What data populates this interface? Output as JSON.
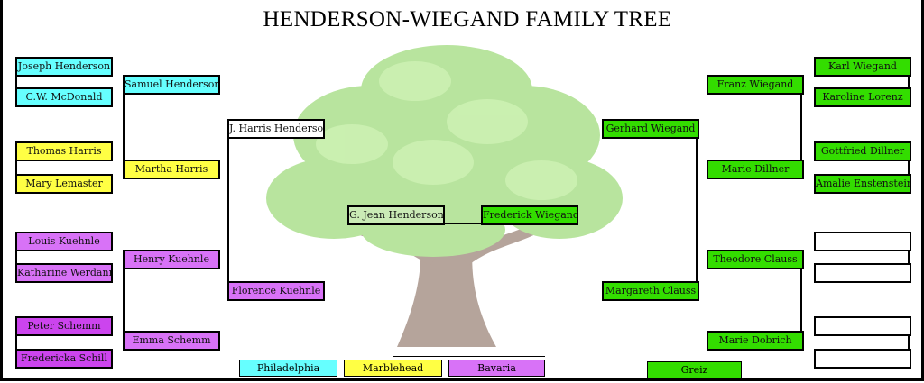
{
  "title": "HENDERSON-WIEGAND FAMILY TREE",
  "center": {
    "left": "G. Jean Henderson",
    "right": "Frederick Wiegand"
  },
  "paternal": {
    "parent": "J. Harris Henderson",
    "mother": "Florence Kuehnle",
    "grandparents": [
      "Samuel Henderson",
      "Martha Harris",
      "Henry Kuehnle",
      "Emma Schemm"
    ],
    "great_grandparents": [
      "Joseph Henderson",
      "C.W. McDonald",
      "Thomas Harris",
      "Mary Lemaster",
      "Louis Kuehnle",
      "Katharine Werdann",
      "Peter Schemm",
      "Fredericka Schill"
    ]
  },
  "maternal": {
    "parent": "Gerhard Wiegand",
    "mother": "Margareth Clauss",
    "grandparents": [
      "Franz Wiegand",
      "Marie Dillner",
      "Theodore Clauss",
      "Marie Dobrich"
    ],
    "great_grandparents": [
      "Karl Wiegand",
      "Karoline Lorenz",
      "Gottfried Dillner",
      "Amalie Enstenstein",
      "",
      "",
      "",
      ""
    ]
  },
  "legend": [
    {
      "label": "Philadelphia",
      "color": "#66ffff"
    },
    {
      "label": "Marblehead",
      "color": "#ffff44"
    },
    {
      "label": "Bavaria",
      "color": "#d872f7"
    },
    {
      "label": "Greiz",
      "color": "#33dd00"
    }
  ]
}
